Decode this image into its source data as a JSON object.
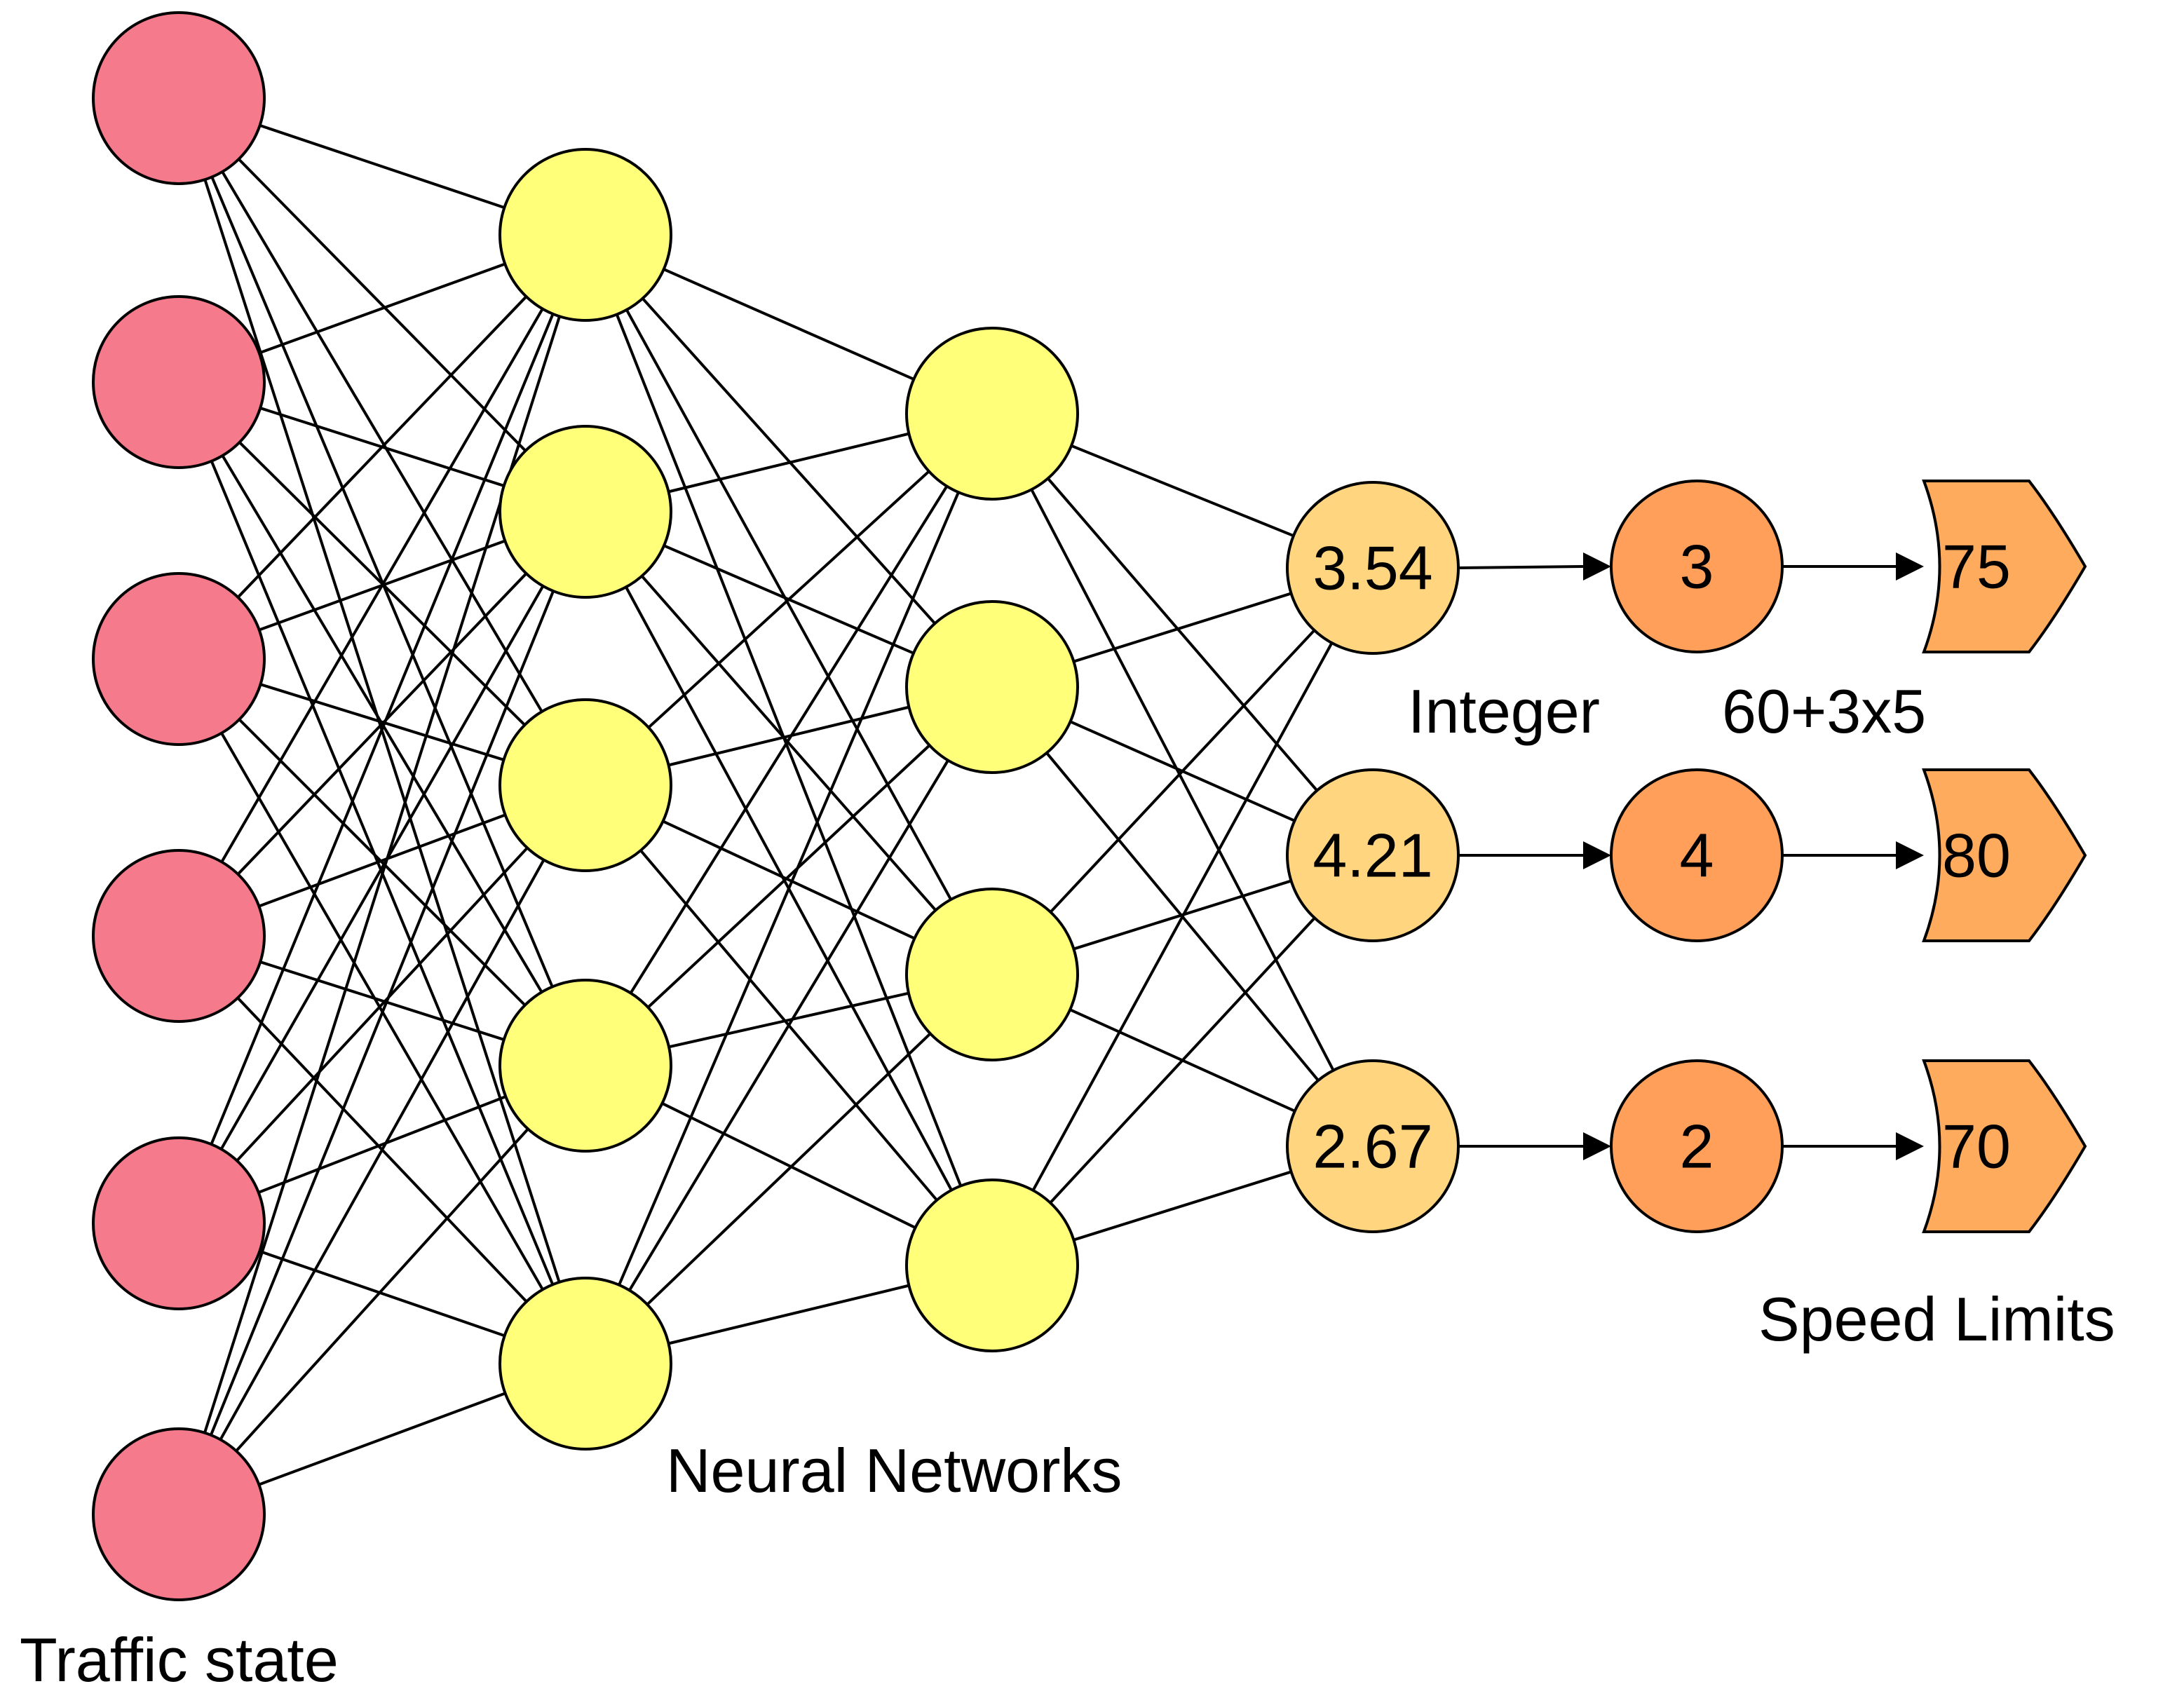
{
  "colors": {
    "input": "#f57a8c",
    "hidden": "#ffff7a",
    "output": "#ffd580",
    "integer": "#ff9f5a",
    "speed": "#ffab5e",
    "edge": "#000000"
  },
  "layers": {
    "input_count": 6,
    "hidden1_count": 5,
    "hidden2_count": 4
  },
  "outputs": [
    {
      "value": "3.54",
      "integer": "3",
      "speed": "75"
    },
    {
      "value": "4.21",
      "integer": "4",
      "speed": "80"
    },
    {
      "value": "2.67",
      "integer": "2",
      "speed": "70"
    }
  ],
  "labels": {
    "traffic_state": "Traffic state",
    "neural_networks": "Neural Networks",
    "integer": "Integer",
    "formula": "60+3x5",
    "speed_limits": "Speed Limits"
  }
}
